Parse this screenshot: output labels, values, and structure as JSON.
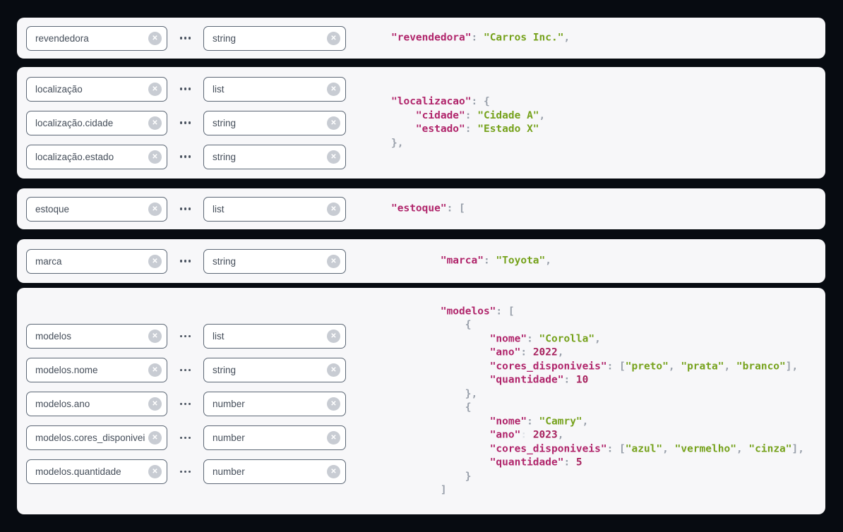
{
  "colors": {
    "page_background": "#070b11",
    "card_background": "#f7f7f9",
    "json_key": "#b0256b",
    "json_string": "#76a21c",
    "json_number": "#a61f5c",
    "json_punctuation": "#99a0ab",
    "json_punctuation_faded": "#dfe3e8",
    "input_border": "#5c6775"
  },
  "icons": {
    "clear_glyph": "✕"
  },
  "cards": [
    {
      "id": "revendedora",
      "rows": [
        {
          "field": "revendedora",
          "type": "string"
        }
      ],
      "json_lines": [
        {
          "indent": 0,
          "segments": [
            {
              "text": "\"revendedora\"",
              "kind": "key"
            },
            {
              "text": ": ",
              "kind": "pun"
            },
            {
              "text": "\"Carros Inc.\"",
              "kind": "str"
            },
            {
              "text": ",",
              "kind": "pun"
            }
          ]
        }
      ]
    },
    {
      "id": "localizacao",
      "rows": [
        {
          "field": "localização",
          "type": "list"
        },
        {
          "field": "localização.cidade",
          "type": "string"
        },
        {
          "field": "localização.estado",
          "type": "string"
        }
      ],
      "json_lines": [
        {
          "indent": 0,
          "segments": [
            {
              "text": "\"localizacao\"",
              "kind": "key"
            },
            {
              "text": ": {",
              "kind": "pun"
            }
          ]
        },
        {
          "indent": 4,
          "segments": [
            {
              "text": "\"cidade\"",
              "kind": "key"
            },
            {
              "text": ": ",
              "kind": "pun"
            },
            {
              "text": "\"Cidade A\"",
              "kind": "str"
            },
            {
              "text": ",",
              "kind": "pun"
            }
          ]
        },
        {
          "indent": 4,
          "segments": [
            {
              "text": "\"estado\"",
              "kind": "key"
            },
            {
              "text": ": ",
              "kind": "pun"
            },
            {
              "text": "\"Estado X\"",
              "kind": "str"
            }
          ]
        },
        {
          "indent": 0,
          "segments": [
            {
              "text": "},",
              "kind": "pun"
            }
          ]
        }
      ]
    },
    {
      "id": "estoque",
      "rows": [
        {
          "field": "estoque",
          "type": "list"
        }
      ],
      "json_lines": [
        {
          "indent": 0,
          "segments": [
            {
              "text": "\"estoque\"",
              "kind": "key"
            },
            {
              "text": ": [",
              "kind": "pun"
            }
          ]
        }
      ]
    },
    {
      "id": "marca",
      "rows": [
        {
          "field": "marca",
          "type": "string"
        }
      ],
      "json_lines": [
        {
          "indent": 8,
          "segments": [
            {
              "text": "\"marca\"",
              "kind": "key"
            },
            {
              "text": ": ",
              "kind": "pun"
            },
            {
              "text": "\"Toyota\"",
              "kind": "str"
            },
            {
              "text": ",",
              "kind": "pun"
            }
          ]
        }
      ]
    },
    {
      "id": "modelos",
      "rows": [
        {
          "field": "modelos",
          "type": "list"
        },
        {
          "field": "modelos.nome",
          "type": "string"
        },
        {
          "field": "modelos.ano",
          "type": "number"
        },
        {
          "field": "modelos.cores_disponiveis",
          "type": "number"
        },
        {
          "field": "modelos.quantidade",
          "type": "number"
        }
      ],
      "json_lines": [
        {
          "indent": 8,
          "segments": [
            {
              "text": "\"modelos\"",
              "kind": "key"
            },
            {
              "text": ": [",
              "kind": "pun"
            }
          ]
        },
        {
          "indent": 12,
          "segments": [
            {
              "text": "{",
              "kind": "pun"
            }
          ]
        },
        {
          "indent": 16,
          "segments": [
            {
              "text": "\"nome\"",
              "kind": "key"
            },
            {
              "text": ": ",
              "kind": "pun"
            },
            {
              "text": "\"Corolla\"",
              "kind": "str"
            },
            {
              "text": ",",
              "kind": "pun"
            }
          ]
        },
        {
          "indent": 16,
          "segments": [
            {
              "text": "\"ano\"",
              "kind": "key"
            },
            {
              "text": ": ",
              "kind": "pun"
            },
            {
              "text": "2022",
              "kind": "num"
            },
            {
              "text": ",",
              "kind": "pun"
            }
          ]
        },
        {
          "indent": 16,
          "segments": [
            {
              "text": "\"cores_disponiveis\"",
              "kind": "key"
            },
            {
              "text": ": [",
              "kind": "pun"
            },
            {
              "text": "\"preto\"",
              "kind": "str"
            },
            {
              "text": ", ",
              "kind": "pun"
            },
            {
              "text": "\"prata\"",
              "kind": "str"
            },
            {
              "text": ", ",
              "kind": "pun"
            },
            {
              "text": "\"branco\"",
              "kind": "str"
            },
            {
              "text": "],",
              "kind": "pun"
            }
          ]
        },
        {
          "indent": 16,
          "segments": [
            {
              "text": "\"quantidade\"",
              "kind": "key"
            },
            {
              "text": ": ",
              "kind": "pun"
            },
            {
              "text": "10",
              "kind": "num"
            }
          ]
        },
        {
          "indent": 12,
          "segments": [
            {
              "text": "},",
              "kind": "pun"
            }
          ]
        },
        {
          "indent": 12,
          "segments": [
            {
              "text": "{",
              "kind": "pun"
            }
          ]
        },
        {
          "indent": 16,
          "segments": [
            {
              "text": "\"nome\"",
              "kind": "key"
            },
            {
              "text": ": ",
              "kind": "pun"
            },
            {
              "text": "\"Camry\"",
              "kind": "str"
            },
            {
              "text": ",",
              "kind": "pun"
            }
          ]
        },
        {
          "indent": 16,
          "segments": [
            {
              "text": "\"ano\"",
              "kind": "key"
            },
            {
              "text": ": ",
              "kind": "pun-faded"
            },
            {
              "text": "2023",
              "kind": "num"
            },
            {
              "text": ",",
              "kind": "pun"
            }
          ]
        },
        {
          "indent": 16,
          "segments": [
            {
              "text": "\"cores_disponiveis\"",
              "kind": "key"
            },
            {
              "text": ": [",
              "kind": "pun"
            },
            {
              "text": "\"azul\"",
              "kind": "str"
            },
            {
              "text": ", ",
              "kind": "pun"
            },
            {
              "text": "\"vermelho\"",
              "kind": "str"
            },
            {
              "text": ", ",
              "kind": "pun"
            },
            {
              "text": "\"cinza\"",
              "kind": "str"
            },
            {
              "text": "],",
              "kind": "pun"
            }
          ]
        },
        {
          "indent": 16,
          "segments": [
            {
              "text": "\"quantidade\"",
              "kind": "key"
            },
            {
              "text": ": ",
              "kind": "pun"
            },
            {
              "text": "5",
              "kind": "num"
            }
          ]
        },
        {
          "indent": 12,
          "segments": [
            {
              "text": "}",
              "kind": "pun"
            }
          ]
        },
        {
          "indent": 8,
          "segments": [
            {
              "text": "]",
              "kind": "pun"
            }
          ]
        }
      ]
    }
  ]
}
